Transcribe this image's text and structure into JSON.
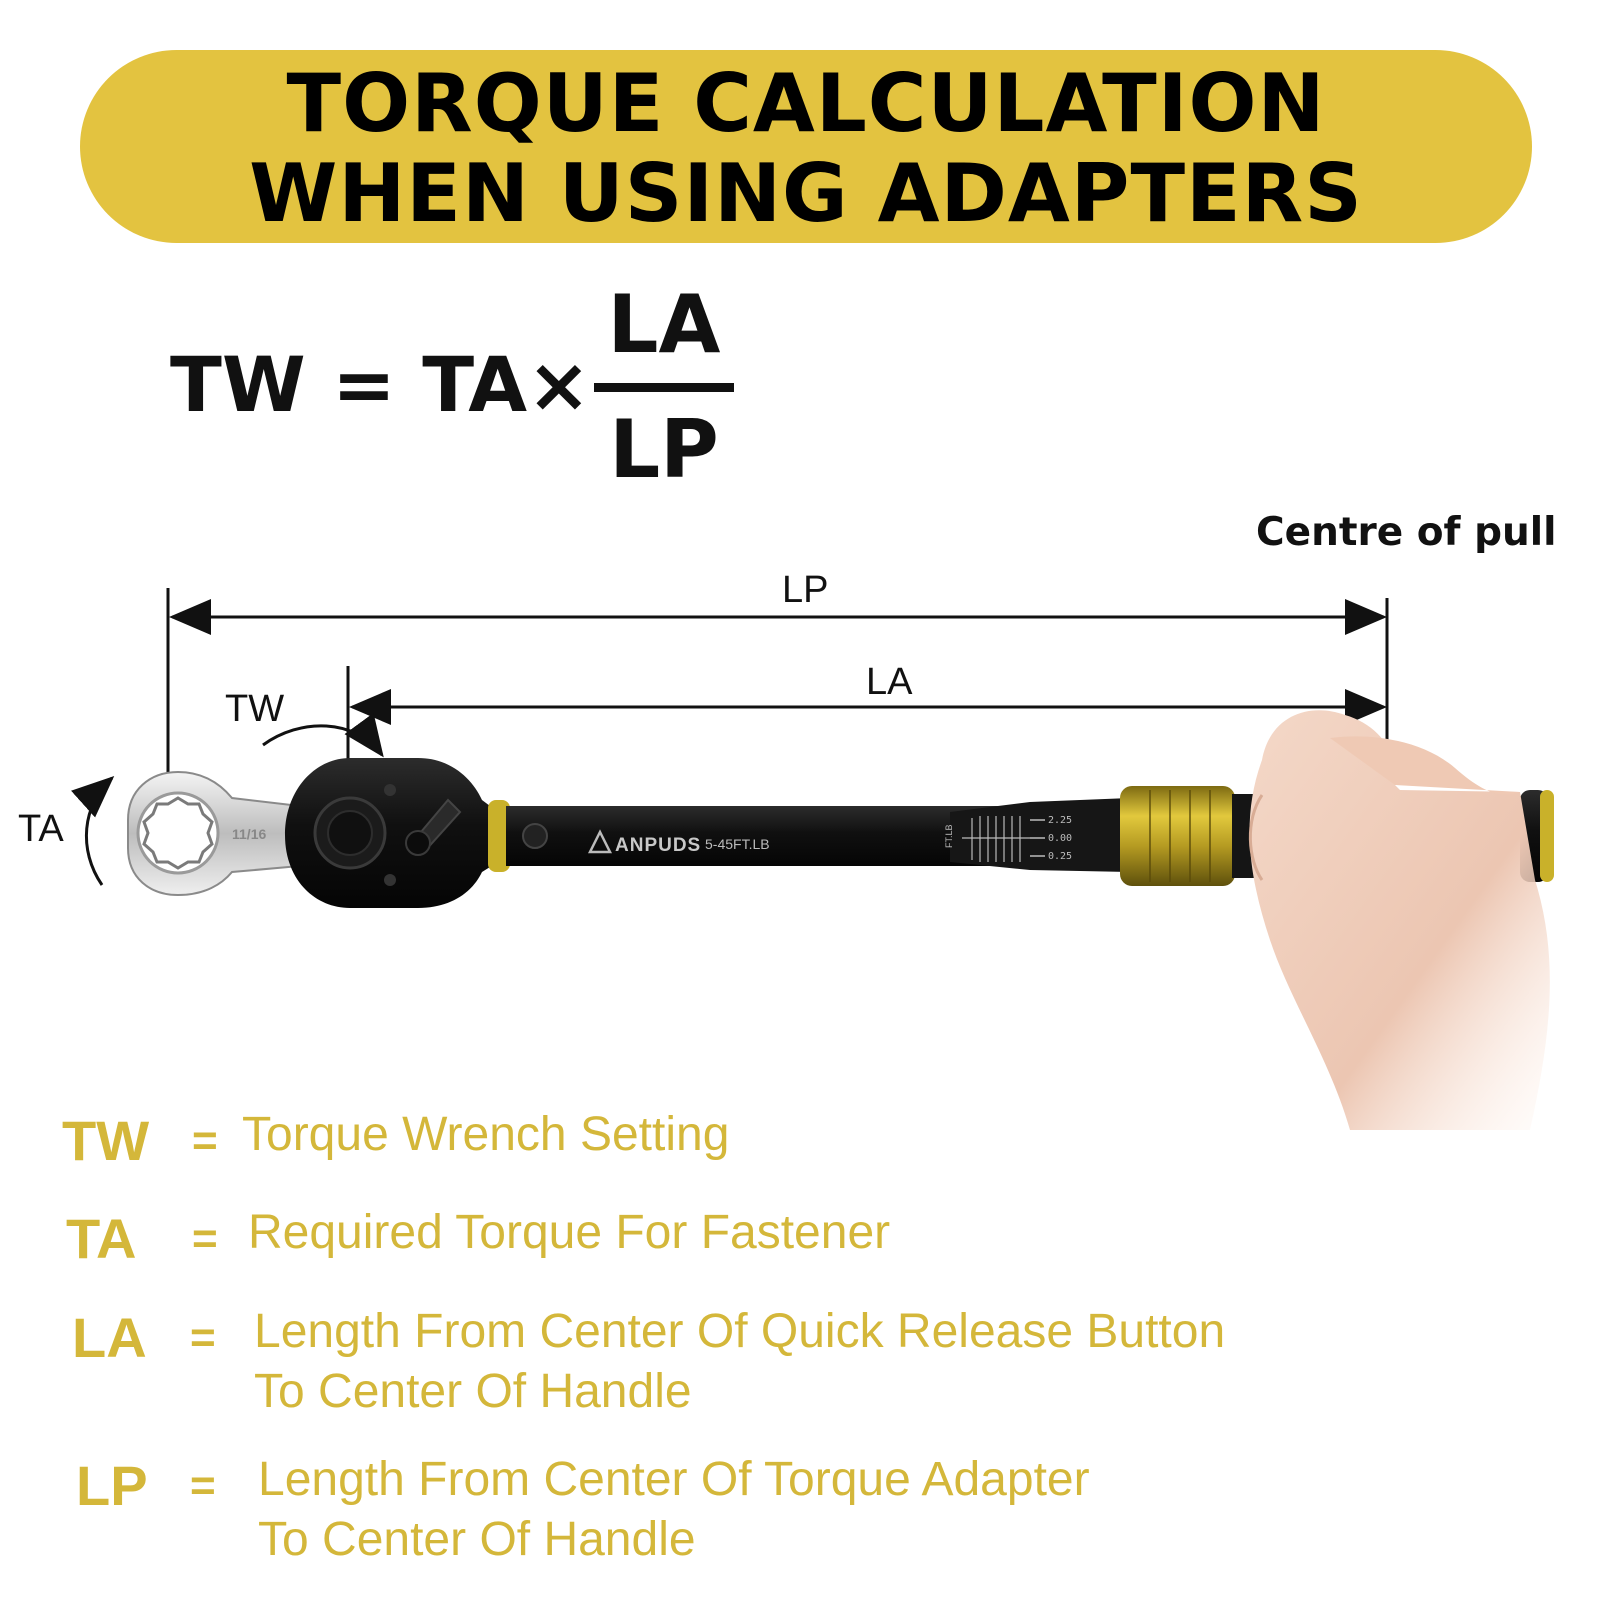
{
  "banner": {
    "line1": "TORQUE CALCULATION",
    "line2": "WHEN USING ADAPTERS"
  },
  "formula": {
    "lhs": "TW = TA×",
    "numerator": "LA",
    "denominator": "LP"
  },
  "diagram": {
    "centre_label": "Centre of pull",
    "lp_label": "LP",
    "la_label": "LA",
    "tw_label": "TW",
    "ta_label": "TA",
    "adapter_size": "11/16",
    "brand": "ANPUDS",
    "range": "5-45FT.LB",
    "unit_mark": "FT.LB",
    "scale_values": [
      "2.25",
      "0.00",
      "0.25"
    ]
  },
  "legend": [
    {
      "symbol": "TW",
      "eq": "=",
      "line1": "Torque Wrench Setting",
      "line2": ""
    },
    {
      "symbol": "TA",
      "eq": "=",
      "line1": "Required Torque For Fastener",
      "line2": ""
    },
    {
      "symbol": "LA",
      "eq": "=",
      "line1": "Length From Center Of Quick Release Button",
      "line2": "To Center Of Handle"
    },
    {
      "symbol": "LP",
      "eq": "=",
      "line1": "Length From Center Of Torque Adapter",
      "line2": "To Center Of Handle"
    }
  ],
  "colors": {
    "banner": "#e3c340",
    "legend_text": "#d4b73a",
    "wrench_body": "#121212",
    "collar": "#c9b12a"
  }
}
